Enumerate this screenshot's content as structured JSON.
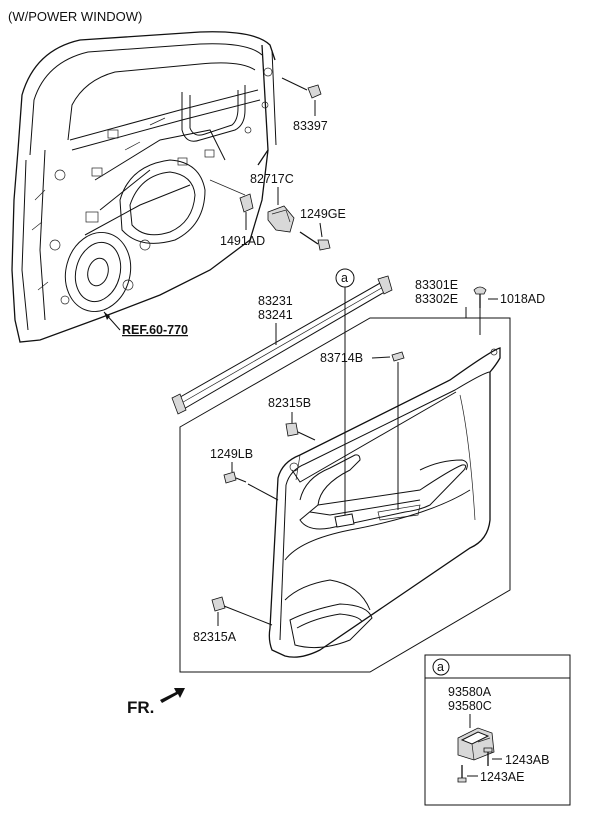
{
  "header": {
    "note": "(W/POWER WINDOW)"
  },
  "parts": {
    "p83397": "83397",
    "p82717c": "82717C",
    "p1249ge": "1249GE",
    "p1491ad": "1491AD",
    "p83301e": "83301E",
    "p83302e": "83302E",
    "p1018ad": "1018AD",
    "p83231": "83231",
    "p83241": "83241",
    "p83714b": "83714B",
    "p82315b": "82315B",
    "p1249lb": "1249LB",
    "p82315a": "82315A",
    "p93580a": "93580A",
    "p93580c": "93580C",
    "p1243ab": "1243AB",
    "p1243ae": "1243AE"
  },
  "reference": "REF.60-770",
  "callout_letter": "a",
  "front_label": "FR."
}
